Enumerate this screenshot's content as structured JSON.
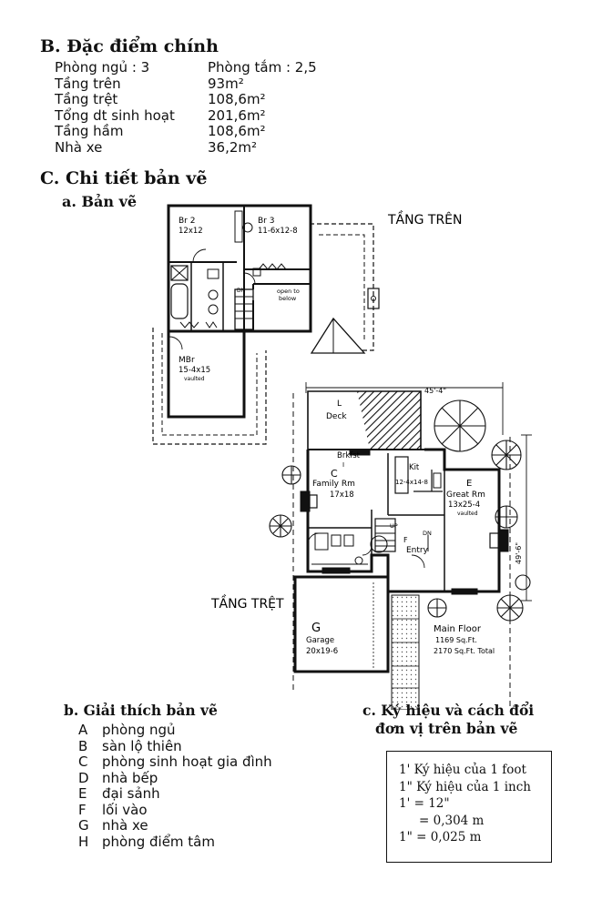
{
  "section_b": {
    "title": "B. Đặc điểm chính",
    "specs": [
      {
        "label": "Phòng ngủ : 3",
        "value": "Phòng tắm : 2,5"
      },
      {
        "label": "Tầng trên",
        "value": "93m²"
      },
      {
        "label": "Tầng trệt",
        "value": "108,6m²"
      },
      {
        "label": "Tổng dt sinh hoạt",
        "value": "201,6m²"
      },
      {
        "label": "Tầng hầm",
        "value": "108,6m²"
      },
      {
        "label": "Nhà xe",
        "value": "36,2m²"
      }
    ]
  },
  "section_c": {
    "title": "C. Chi tiết bản vẽ",
    "subtitle_a": "a. Bản vẽ"
  },
  "plan": {
    "upper_floor_label": "TẦNG TRÊN",
    "ground_floor_label": "TẦNG TRỆT",
    "rooms": {
      "br2": {
        "name": "Br 2",
        "size": "12x12"
      },
      "br3": {
        "name": "Br 3",
        "size": "11-6x12-8"
      },
      "mbr": {
        "name": "MBr",
        "size": "15-4x15",
        "note": "vaulted"
      },
      "open_below": {
        "line1": "open to",
        "line2": "below"
      },
      "dn_upper": "DN",
      "deck": {
        "letter": "L",
        "name": "Deck"
      },
      "brkfst": {
        "name": "Brkfst",
        "letter": "I"
      },
      "family": {
        "letter": "C",
        "name": "Family Rm",
        "size": "17x18"
      },
      "kit": {
        "name": "Kit",
        "size": "12-4x14-8"
      },
      "great": {
        "letter": "E",
        "name": "Great Rm",
        "size": "13x25-4",
        "note": "vaulted"
      },
      "entry": {
        "letter": "F",
        "name": "Entry",
        "dn": "DN",
        "up": "UP"
      },
      "garage": {
        "letter": "G",
        "name": "Garage",
        "size": "20x19-6"
      },
      "main_floor": {
        "title": "Main Floor",
        "line1": "1169 Sq.Ft.",
        "line2": "2170 Sq.Ft. Total"
      },
      "dim_width": "45'-4\"",
      "dim_depth": "49'-6\""
    }
  },
  "legend": {
    "title": "b. Giải thích bản vẽ",
    "items": [
      {
        "letter": "A",
        "text": "phòng ngủ"
      },
      {
        "letter": "B",
        "text": "sàn lộ thiên"
      },
      {
        "letter": "C",
        "text": "phòng sinh hoạt gia đình"
      },
      {
        "letter": "D",
        "text": "nhà bếp"
      },
      {
        "letter": "E",
        "text": "đại sảnh"
      },
      {
        "letter": "F",
        "text": "lối vào"
      },
      {
        "letter": "G",
        "text": "nhà xe"
      },
      {
        "letter": "H",
        "text": "phòng điểm tâm"
      }
    ]
  },
  "conversion": {
    "title_line1": "c. Ký hiệu và cách đổi",
    "title_line2": "đơn vị trên bản vẽ",
    "lines": [
      "1' Ký hiệu của 1 foot",
      "1\" Ký hiệu của 1 inch",
      "1' = 12\"",
      "= 0,304 m",
      "1\" = 0,025 m"
    ]
  }
}
